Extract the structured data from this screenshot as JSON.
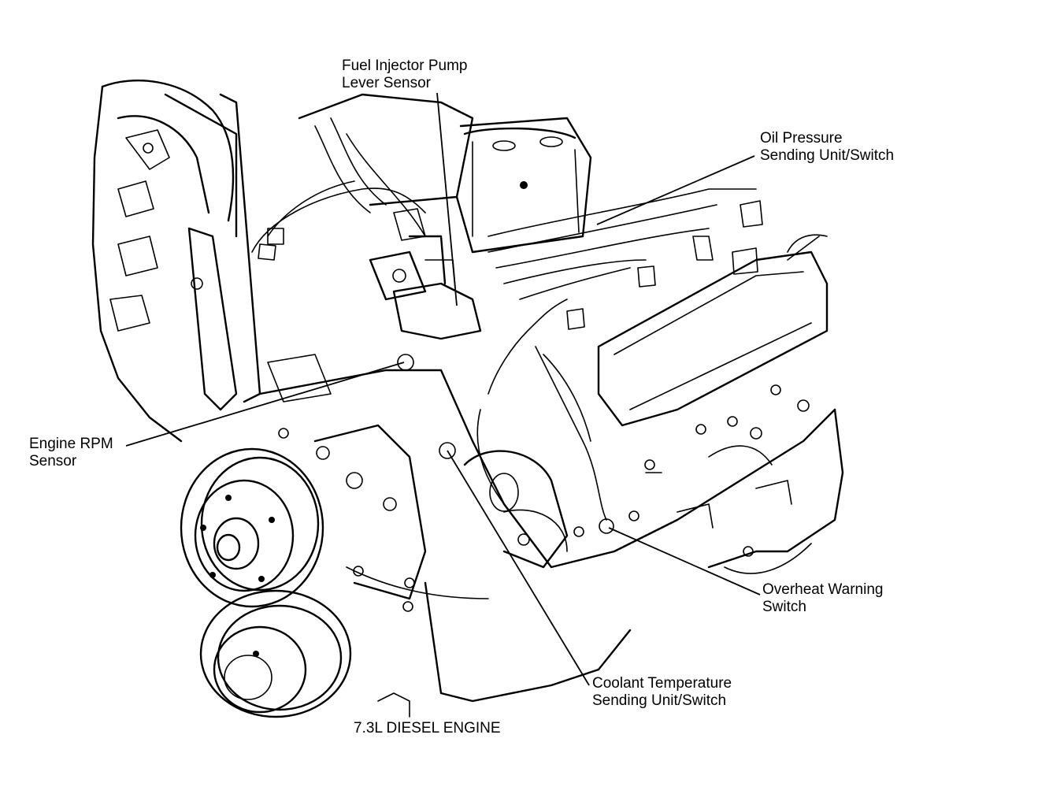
{
  "diagram": {
    "caption": "7.3L DIESEL ENGINE",
    "callouts": {
      "fuel_injector_pump_lever_sensor": [
        "Fuel Injector Pump",
        "Lever Sensor"
      ],
      "oil_pressure_sending_unit": [
        "Oil Pressure",
        "Sending Unit/Switch"
      ],
      "engine_rpm_sensor": [
        "Engine RPM",
        "Sensor"
      ],
      "overheat_warning_switch": [
        "Overheat Warning",
        "Switch"
      ],
      "coolant_temperature_sending_unit": [
        "Coolant Temperature",
        "Sending Unit/Switch"
      ]
    }
  }
}
